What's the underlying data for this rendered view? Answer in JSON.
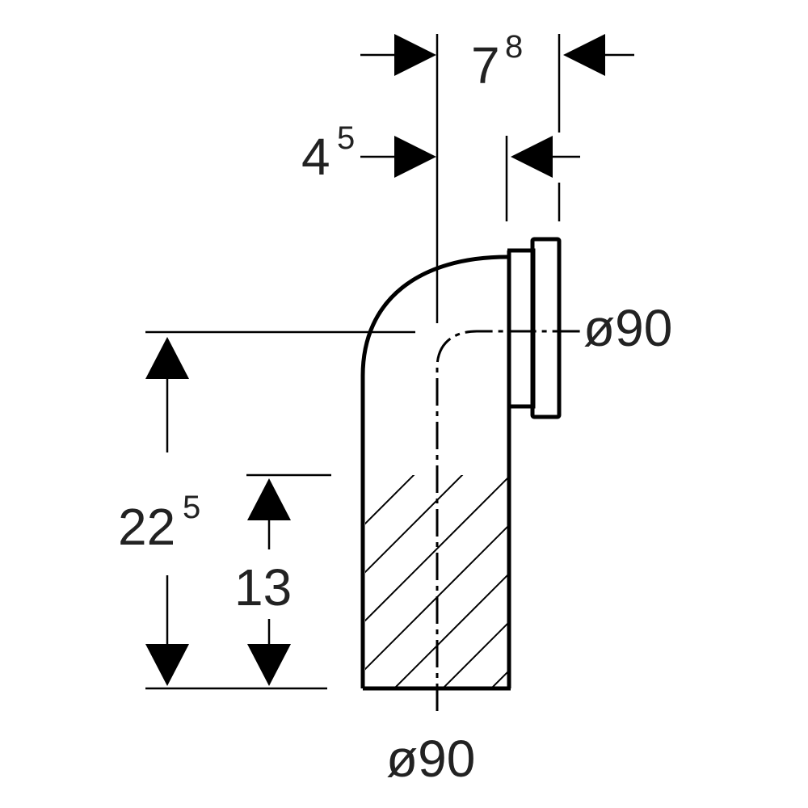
{
  "colors": {
    "stroke": "#000000",
    "text": "#222222",
    "background": "#ffffff"
  },
  "dimensions": {
    "offset_outer": {
      "base": "7",
      "sup": "8"
    },
    "offset_inner": {
      "base": "4",
      "sup": "5"
    },
    "height_total": {
      "base": "22",
      "sup": "5"
    },
    "height_straight": {
      "base": "13"
    },
    "diameter_outlet": {
      "text": "ø90"
    },
    "diameter_inlet": {
      "text": "ø90"
    }
  }
}
